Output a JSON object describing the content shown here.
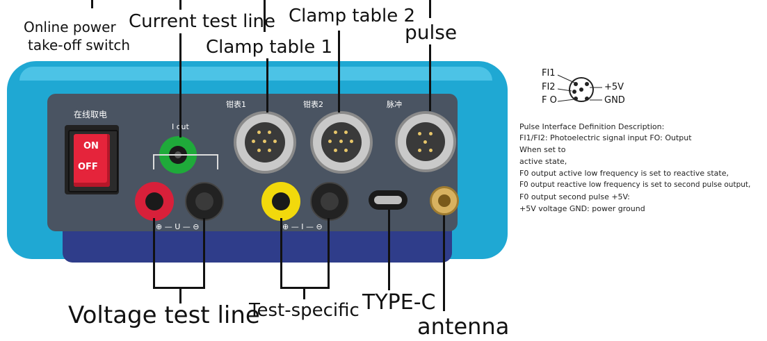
{
  "labels": {
    "online_switch_line1": "Online power",
    "online_switch_line2": "take-off switch",
    "current_test_line": "Current test line",
    "clamp_table_2": "Clamp table 2",
    "clamp_table_1": "Clamp table 1",
    "pulse": "pulse",
    "voltage_test_line": "Voltage test line",
    "test_specific": "Test-specific",
    "type_c": "TYPE-C",
    "antenna": "antenna"
  },
  "device": {
    "switch_title": "在线取电",
    "switch_on": "ON",
    "switch_off": "OFF",
    "iout": "I out",
    "clamp1": "钳表1",
    "clamp2": "钳表2",
    "pulse": "脉冲",
    "u_mark": "⊕ — U — ⊖",
    "i_mark": "⊕ — I — ⊖"
  },
  "pin_diagram": {
    "fi1": "FI1",
    "fi2": "FI2",
    "fo": "F O",
    "plus5v": "+5V",
    "gnd": "GND"
  },
  "description": [
    "Pulse Interface Definition Description:",
    "FI1/FI2: Photoelectric signal input FO: Output",
    "When set to",
    " active state,",
    "F0 output active low frequency is set to reactive state,",
    " F0 output reactive low frequency is set to second pulse output,",
    "F0 output second pulse +5V:",
    "+5V voltage GND: power ground"
  ],
  "colors": {
    "shell": "#1fa8d3",
    "panel": "#4a5462",
    "switch": "#e5243b",
    "jack_green": "#1faa3a",
    "jack_red": "#d8203a",
    "jack_yellow": "#f2d90c",
    "jack_black": "#222222"
  }
}
